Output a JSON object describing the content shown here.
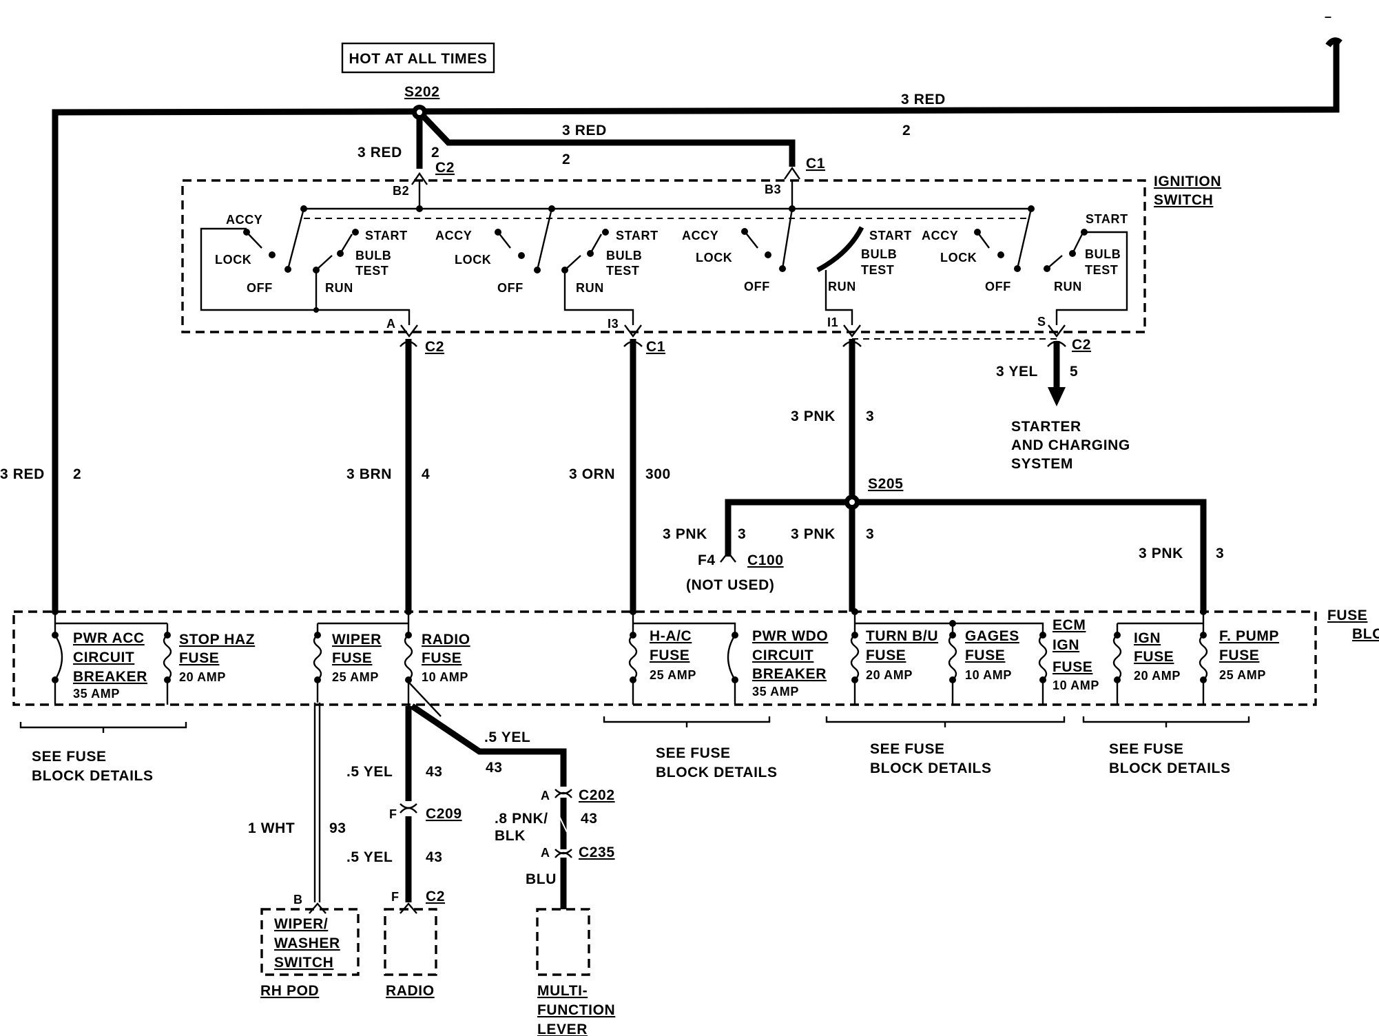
{
  "diagram": {
    "hot_label": "HOT AT ALL TIMES",
    "splices": {
      "s202": "S202",
      "s205": "S205"
    },
    "ignition_switch_label": [
      "IGNITION",
      "SWITCH"
    ],
    "fuse_block_label": [
      "FUSE",
      "BLOCK"
    ],
    "switch_positions": {
      "accy": "ACCY",
      "lock": "LOCK",
      "off": "OFF",
      "run": "RUN",
      "start": "START",
      "bulb": "BULB",
      "test": "TEST"
    },
    "top_wires": {
      "red_long": "3 RED",
      "red_long_circuit": "2",
      "red_c1": "3 RED",
      "red_c1_circuit": "2",
      "red_c2": "3 RED",
      "red_c2_circuit": "2",
      "c2_top": "C2",
      "c1_top": "C1",
      "b2": "B2",
      "b3": "B3"
    },
    "bottom_pins": {
      "a": "A",
      "c2_a": "C2",
      "i3": "I3",
      "c1_i3": "C1",
      "i1": "I1",
      "s": "S",
      "c2_s": "C2"
    },
    "vertical_wires": {
      "left_red": "3 RED",
      "left_red_circuit": "2",
      "brn": "3 BRN",
      "brn_circuit": "4",
      "orn": "3 ORN",
      "orn_circuit": "300",
      "pnk": "3 PNK",
      "pnk_circuit": "3",
      "yel": "3 YEL",
      "yel_circuit": "5"
    },
    "starter_label": [
      "STARTER",
      "AND CHARGING",
      "SYSTEM"
    ],
    "s205_branch": {
      "pnk_left": "3 PNK",
      "pnk_left_circuit": "3",
      "pnk_center": "3 PNK",
      "pnk_center_circuit": "3",
      "pnk_right": "3 PNK",
      "pnk_right_circuit": "3",
      "f4": "F4",
      "c100": "C100",
      "not_used": "(NOT USED)"
    },
    "fuses": {
      "pwr_acc": [
        "PWR ACC",
        "CIRCUIT",
        "BREAKER"
      ],
      "pwr_acc_amp": "35 AMP",
      "stop_haz": [
        "STOP HAZ",
        "FUSE"
      ],
      "stop_haz_amp": "20 AMP",
      "wiper": [
        "WIPER",
        "FUSE"
      ],
      "wiper_amp": "25 AMP",
      "radio": [
        "RADIO",
        "FUSE"
      ],
      "radio_amp": "10 AMP",
      "hac": [
        "H-A/C",
        "FUSE"
      ],
      "hac_amp": "25 AMP",
      "pwr_wdo": [
        "PWR WDO",
        "CIRCUIT",
        "BREAKER"
      ],
      "pwr_wdo_amp": "35 AMP",
      "turn": [
        "TURN B/U",
        "FUSE"
      ],
      "turn_amp": "20 AMP",
      "gages": [
        "GAGES",
        "FUSE"
      ],
      "gages_amp": "10 AMP",
      "ecm": [
        "ECM",
        "IGN",
        "FUSE"
      ],
      "ecm_amp": "10 AMP",
      "ign": [
        "IGN",
        "FUSE"
      ],
      "ign_amp": "20 AMP",
      "fpump": [
        "F. PUMP",
        "FUSE"
      ],
      "fpump_amp": "25 AMP"
    },
    "see_fuse_block": [
      "SEE FUSE",
      "BLOCK DETAILS"
    ],
    "lower": {
      "wht": "1 WHT",
      "wht_circuit": "93",
      "yel1": ".5 YEL",
      "yel1_circuit": "43",
      "yel2": ".5 YEL",
      "yel2_circuit": "43",
      "yel_diag": ".5 YEL",
      "yel_diag_circuit": "43",
      "pnk_blk": [
        ".8 PNK/",
        "BLK"
      ],
      "pnk_blk_circuit": "43",
      "blu": "BLU",
      "f_c209": "F",
      "c209": "C209",
      "f_c2": "F",
      "c2": "C2",
      "a_c202": "A",
      "c202": "C202",
      "a_c235": "A",
      "c235": "C235",
      "b_pin": "B"
    },
    "components": {
      "wiper_switch": [
        "WIPER/",
        "WASHER",
        "SWITCH"
      ],
      "rh_pod": "RH POD",
      "radio": "RADIO",
      "mfl": [
        "MULTI-",
        "FUNCTION",
        "LEVER"
      ]
    },
    "corner_mark": "–"
  }
}
